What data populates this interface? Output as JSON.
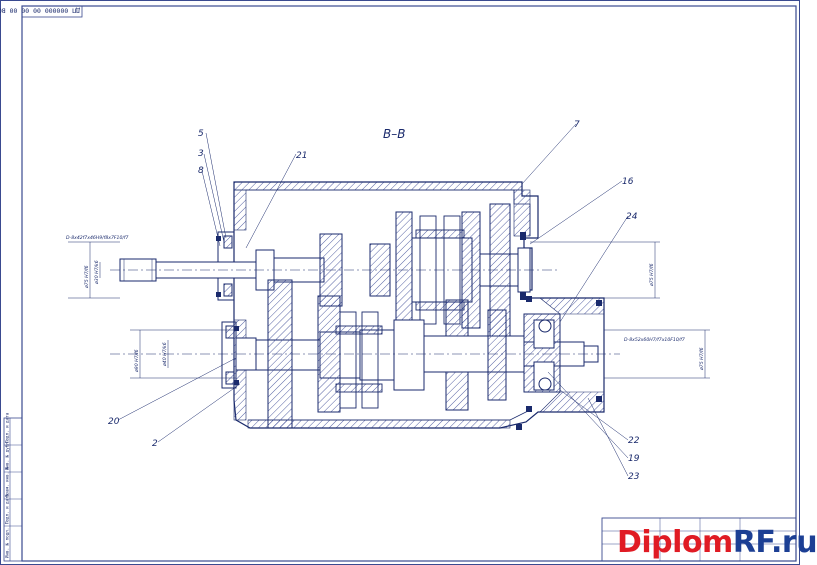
{
  "drawing": {
    "doc_code": "ДП 000000 00 00 00 ВО",
    "section_title": "В–В",
    "callouts": {
      "c5": "5",
      "c3": "3",
      "c8": "8",
      "c21": "21",
      "c7": "7",
      "c16": "16",
      "c24": "24",
      "c20": "20",
      "c2": "2",
      "c22": "22",
      "c19": "19",
      "c23": "23"
    },
    "dimensions": {
      "spline_top": "D-8x42f7x46H9/f8x7F10/f7",
      "spline_right": "D-8x52x60H7/f7x10F10/f7",
      "dia_left_top_1": "ø75 H7/f6",
      "dia_left_top_2": "ø30 H7/k6",
      "dia_left_bot_1": "ø90 H7/f6",
      "dia_left_bot_2": "ø40 H7/k6",
      "dia_right_top": "ø75 H7/f6",
      "dia_right_bot": "ø75 H7/f6"
    },
    "side_stamp": [
      "Инв. № подл.",
      "Подп. и дата",
      "Взам. инв. №",
      "Инв. № дубл.",
      "Подп. и дата"
    ]
  },
  "watermark": {
    "part1": "Diplom",
    "part2": "RF.ru"
  },
  "colors": {
    "line": "#1a2a6c",
    "accent": "#e01b24",
    "brand": "#1c3f94"
  }
}
